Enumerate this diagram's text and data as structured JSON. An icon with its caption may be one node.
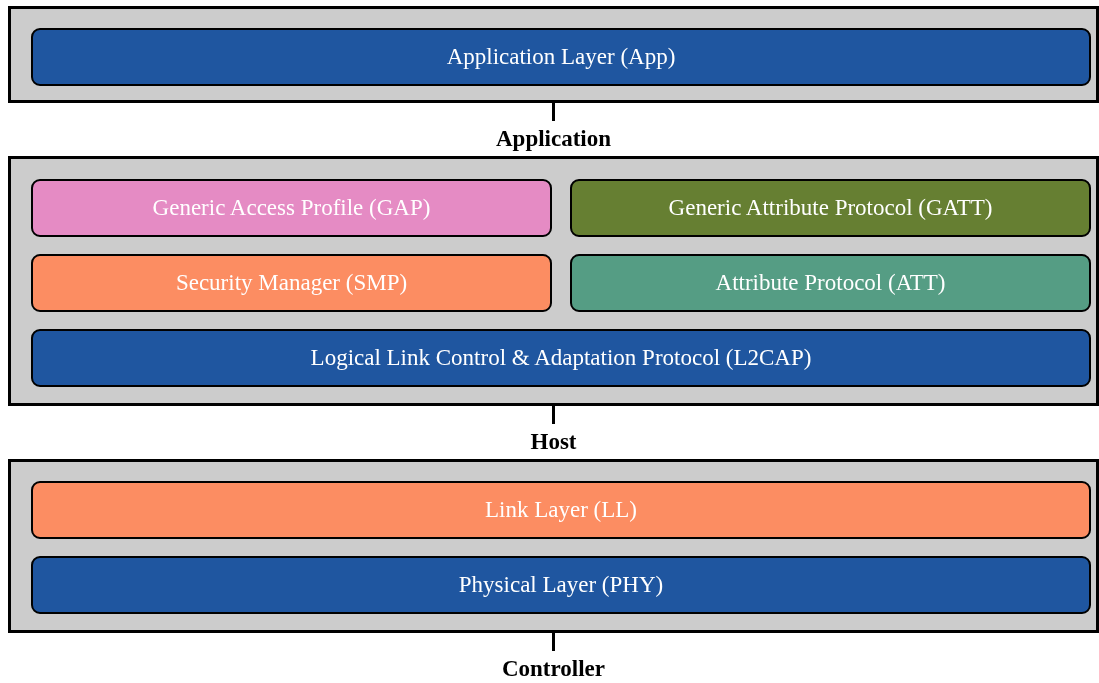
{
  "diagram": {
    "nodes": [
      {
        "text": [
          "Application"
        ]
      },
      {
        "text": [
          "Application Layer (App)"
        ],
        "in": 0
      },
      {
        "text": [
          "Host"
        ]
      },
      {
        "text": [
          "Generic Access Profile (GAP)"
        ],
        "in": 2
      },
      {
        "text": [
          "Generic Attribute Protocol (GATT)"
        ],
        "in": 2
      },
      {
        "text": [
          "Security Manager (SMP)"
        ],
        "in": 2
      },
      {
        "text": [
          "Attribute Protocol (ATT)"
        ],
        "in": 2
      },
      {
        "text": [
          "Logical Link Control & Adaptation Protocol (L2CAP)"
        ],
        "in": 2
      },
      {
        "text": [
          "Controller"
        ]
      },
      {
        "text": [
          "Link Layer (LL)"
        ],
        "in": 8
      },
      {
        "text": [
          "Physical Layer (PHY)"
        ],
        "in": 8
      }
    ],
    "edges": []
  }
}
